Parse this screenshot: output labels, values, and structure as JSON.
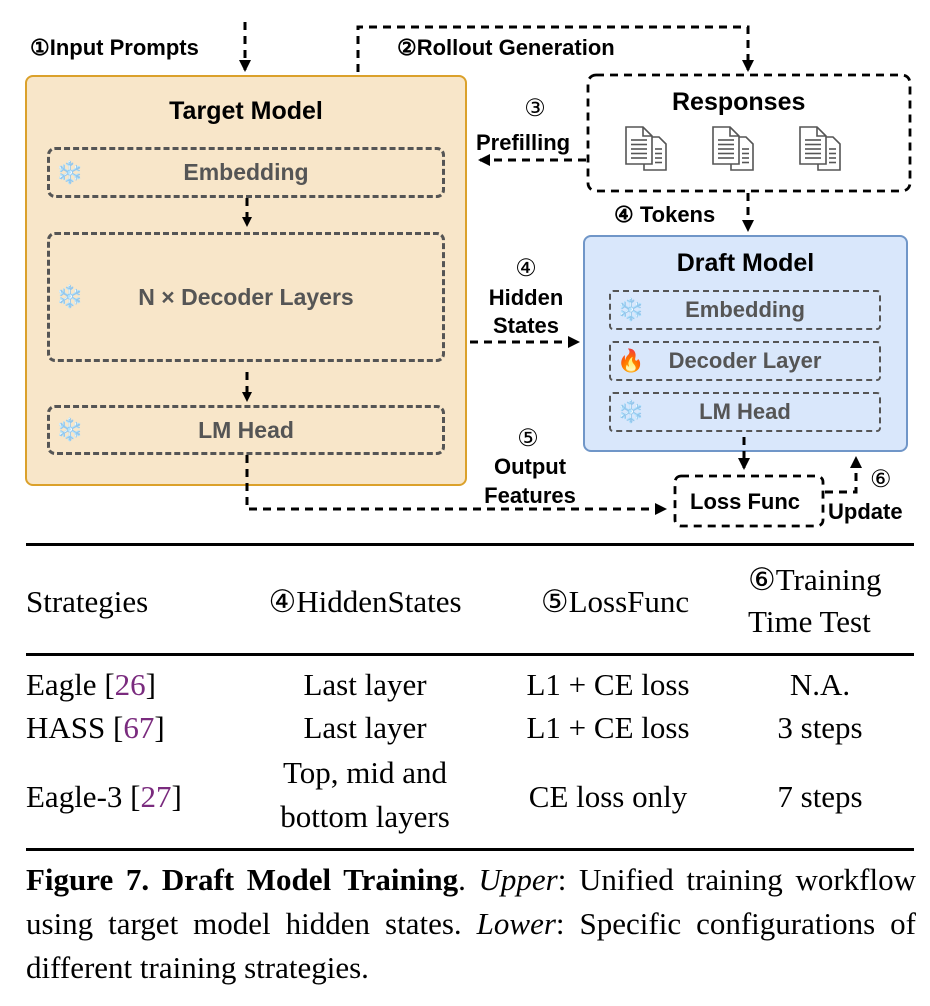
{
  "diagram": {
    "steps": {
      "input_prompts": "①Input Prompts",
      "rollout": "②Rollout Generation",
      "prefilling_num": "③",
      "prefilling": "Prefilling",
      "tokens": "④ Tokens",
      "hidden_num": "④",
      "hidden_line1": "Hidden",
      "hidden_line2": "States",
      "output_num": "⑤",
      "output_line1": "Output",
      "output_line2": "Features",
      "update_num": "⑥",
      "update": "Update"
    },
    "target_model": {
      "title": "Target Model",
      "layers": [
        {
          "label": "Embedding",
          "icon": "snowflake-icon",
          "glyph": "❄️"
        },
        {
          "label": "N × Decoder Layers",
          "icon": "snowflake-icon",
          "glyph": "❄️"
        },
        {
          "label": "LM Head",
          "icon": "snowflake-icon",
          "glyph": "❄️"
        }
      ]
    },
    "responses": {
      "title": "Responses",
      "doc_count": 3
    },
    "draft_model": {
      "title": "Draft Model",
      "layers": [
        {
          "label": "Embedding",
          "icon": "snowflake-icon",
          "glyph": "❄️"
        },
        {
          "label": "Decoder Layer",
          "icon": "fire-icon",
          "glyph": "🔥"
        },
        {
          "label": "LM Head",
          "icon": "snowflake-icon",
          "glyph": "❄️"
        }
      ]
    },
    "loss_func": "Loss Func",
    "colors": {
      "target_fill": "#f8e6c9",
      "target_border": "#dba12b",
      "draft_fill": "#d9e7fb",
      "draft_border": "#7096c8",
      "layer_text": "#555555",
      "citation": "#7a2b7e"
    }
  },
  "table": {
    "headers": {
      "strategies": "Strategies",
      "hidden": "④HiddenStates",
      "loss": "⑤LossFunc",
      "ttt_line1": "⑥Training",
      "ttt_line2": "Time Test"
    },
    "rows": [
      {
        "name": "Eagle",
        "ref": "26",
        "hidden": "Last layer",
        "loss": "L1 + CE loss",
        "ttt": "N.A."
      },
      {
        "name": "HASS",
        "ref": "67",
        "hidden": "Last layer",
        "loss": "L1 + CE loss",
        "ttt": "3 steps"
      },
      {
        "name": "Eagle-3",
        "ref": "27",
        "hidden_line1": "Top, mid and",
        "hidden_line2": "bottom layers",
        "loss": "CE loss only",
        "ttt": "7 steps"
      }
    ]
  },
  "caption": {
    "label": "Figure 7. Draft Model Training",
    "upper_label": "Upper",
    "upper_text": ": Unified training workflow using target model hidden states. ",
    "lower_label": "Lower",
    "lower_text": ": Specific configurations of different training strategies."
  }
}
